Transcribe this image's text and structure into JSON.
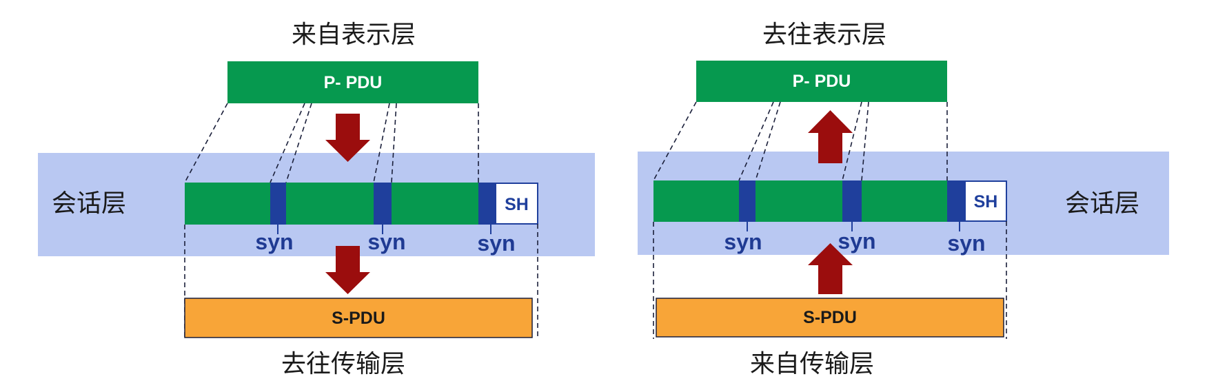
{
  "colors": {
    "session_band": "#b9c8f2",
    "green": "#06994f",
    "sync_blue": "#1f3f9c",
    "orange": "#f8a538",
    "arrow_red": "#9b0d0d",
    "text_dark": "#1a1a1a",
    "syn_text": "#1f3a93"
  },
  "left": {
    "top_caption": "来自表示层",
    "ppdu_label": "P- PDU",
    "layer_label": "会话层",
    "sh_label": "SH",
    "syn_labels": [
      "syn",
      "syn",
      "syn"
    ],
    "spdu_label": "S-PDU",
    "bottom_caption": "去往传输层",
    "arrow_direction": "down"
  },
  "right": {
    "top_caption": "去往表示层",
    "ppdu_label": "P- PDU",
    "layer_label": "会话层",
    "sh_label": "SH",
    "syn_labels": [
      "syn",
      "syn",
      "syn"
    ],
    "spdu_label": "S-PDU",
    "bottom_caption": "来自传输层",
    "arrow_direction": "up"
  }
}
